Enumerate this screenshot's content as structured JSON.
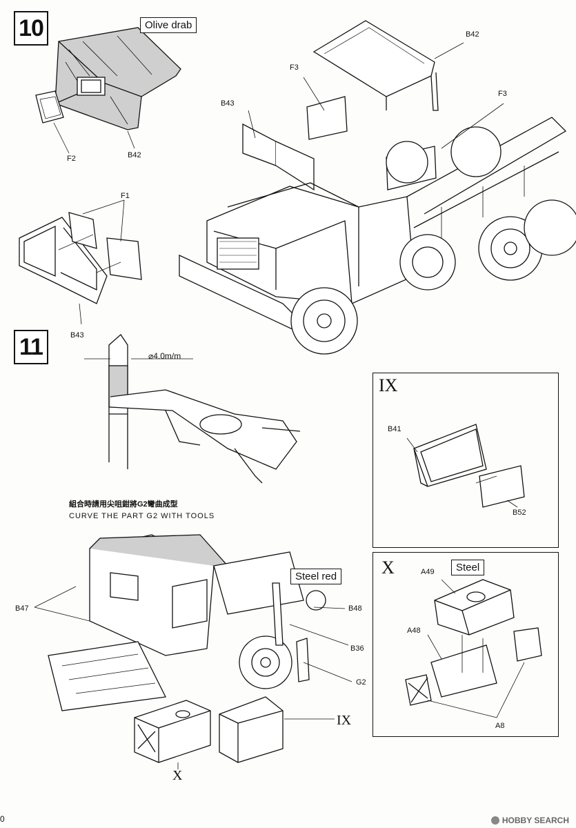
{
  "step10": {
    "number": "10",
    "paint_callout": "Olive drab",
    "labels": [
      "F2",
      "B42",
      "F3",
      "B43",
      "B42",
      "F3",
      "F1",
      "B43"
    ]
  },
  "step11": {
    "number": "11",
    "dimension": "⌀4.0m/m",
    "note_cn": "組合時請用尖咀鉗將G2彎曲成型",
    "note_en": "CURVE THE PART G2 WITH TOOLS",
    "paint_callout": "Steel red",
    "labels": [
      "B47",
      "B48",
      "B36",
      "G2",
      "IX",
      "X"
    ]
  },
  "panel_ix": {
    "roman": "IX",
    "labels": [
      "B41",
      "B52"
    ]
  },
  "panel_x": {
    "roman": "X",
    "paint_callout": "Steel",
    "labels": [
      "A49",
      "A48",
      "A8"
    ]
  },
  "footer": {
    "page_number": "0",
    "brand": "HOBBY SEARCH"
  },
  "colors": {
    "ink": "#111111",
    "paper": "#fdfdfb",
    "tint": "#cfcfcf"
  }
}
